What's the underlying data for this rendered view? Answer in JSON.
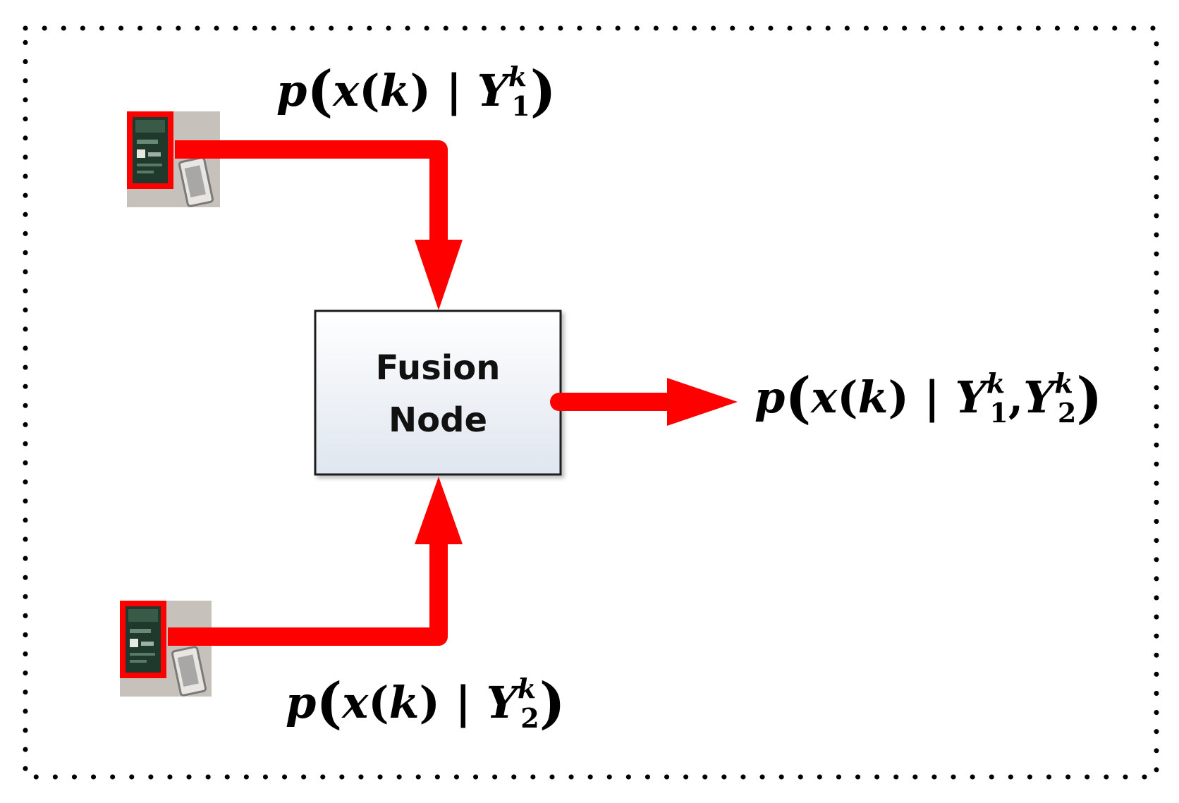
{
  "diagram": {
    "fusion_node": {
      "label_line1": "Fusion",
      "label_line2": "Node"
    },
    "sensor_1": {
      "icon": "sensor-board-icon",
      "label": {
        "func": "p",
        "var": "x",
        "arg": "k",
        "cond": "Y",
        "sub": "1",
        "sup": "k"
      }
    },
    "sensor_2": {
      "icon": "sensor-board-icon",
      "label": {
        "func": "p",
        "var": "x",
        "arg": "k",
        "cond": "Y",
        "sub": "2",
        "sup": "k"
      }
    },
    "output": {
      "label": {
        "func": "p",
        "var": "x",
        "arg": "k",
        "cond1": "Y",
        "sub1": "1",
        "sup1": "k",
        "cond2": "Y",
        "sub2": "2",
        "sup2": "k"
      }
    },
    "colors": {
      "arrow": "#ff0000",
      "sensor_frame": "#ff0000",
      "border_dots": "#000000",
      "node_fill_top": "#ffffff",
      "node_fill_bottom": "#dfe6ef",
      "node_stroke": "#1a1a1a"
    }
  }
}
